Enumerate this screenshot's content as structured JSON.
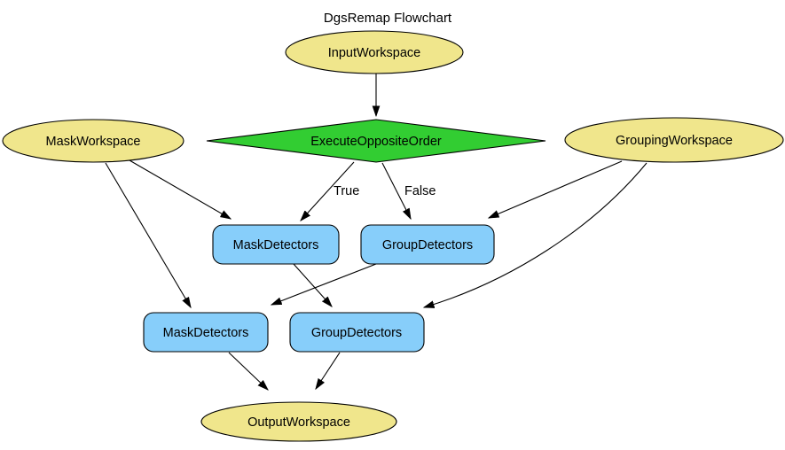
{
  "title": "DgsRemap Flowchart",
  "colors": {
    "workspace_fill": "#F0E68C",
    "decision_fill": "#32CD32",
    "algorithm_fill": "#87CEFA",
    "stroke": "#000000",
    "text": "#000000",
    "background": "#FFFFFF"
  },
  "nodes": [
    {
      "id": "input-workspace",
      "label": "InputWorkspace",
      "shape": "ellipse",
      "type": "workspace"
    },
    {
      "id": "execute-opposite-order",
      "label": "ExecuteOppositeOrder",
      "shape": "diamond",
      "type": "decision"
    },
    {
      "id": "mask-workspace",
      "label": "MaskWorkspace",
      "shape": "ellipse",
      "type": "workspace"
    },
    {
      "id": "grouping-workspace",
      "label": "GroupingWorkspace",
      "shape": "ellipse",
      "type": "workspace"
    },
    {
      "id": "mask-detectors-first",
      "label": "MaskDetectors",
      "shape": "rounded-rect",
      "type": "algorithm"
    },
    {
      "id": "group-detectors-first",
      "label": "GroupDetectors",
      "shape": "rounded-rect",
      "type": "algorithm"
    },
    {
      "id": "mask-detectors-second",
      "label": "MaskDetectors",
      "shape": "rounded-rect",
      "type": "algorithm"
    },
    {
      "id": "group-detectors-second",
      "label": "GroupDetectors",
      "shape": "rounded-rect",
      "type": "algorithm"
    },
    {
      "id": "output-workspace",
      "label": "OutputWorkspace",
      "shape": "ellipse",
      "type": "workspace"
    }
  ],
  "edges": [
    {
      "from": "input-workspace",
      "to": "execute-opposite-order",
      "label": ""
    },
    {
      "from": "execute-opposite-order",
      "to": "mask-detectors-first",
      "label": "True"
    },
    {
      "from": "execute-opposite-order",
      "to": "group-detectors-first",
      "label": "False"
    },
    {
      "from": "mask-workspace",
      "to": "mask-detectors-first",
      "label": ""
    },
    {
      "from": "mask-workspace",
      "to": "mask-detectors-second",
      "label": ""
    },
    {
      "from": "grouping-workspace",
      "to": "group-detectors-first",
      "label": ""
    },
    {
      "from": "grouping-workspace",
      "to": "group-detectors-second",
      "label": ""
    },
    {
      "from": "mask-detectors-first",
      "to": "group-detectors-second",
      "label": ""
    },
    {
      "from": "group-detectors-first",
      "to": "mask-detectors-second",
      "label": ""
    },
    {
      "from": "mask-detectors-second",
      "to": "output-workspace",
      "label": ""
    },
    {
      "from": "group-detectors-second",
      "to": "output-workspace",
      "label": ""
    }
  ]
}
